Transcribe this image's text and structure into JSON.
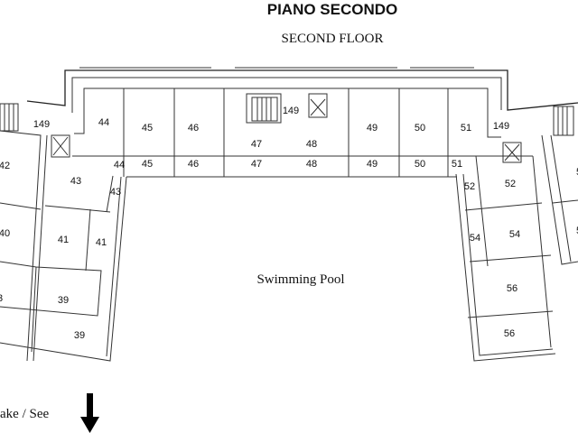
{
  "title": "PIANO SECONDO",
  "subtitle": "SECOND FLOOR",
  "pool_label": "Swimming Pool",
  "direction_label": "ake / See",
  "rooms": [
    "149",
    "44",
    "45",
    "46",
    "149",
    "47",
    "48",
    "49",
    "50",
    "51",
    "149",
    "44",
    "45",
    "46",
    "47",
    "48",
    "49",
    "50",
    "51",
    "43",
    "43",
    "41",
    "41",
    "42",
    "40",
    "39",
    "39",
    "3",
    "52",
    "52",
    "54",
    "54",
    "56",
    "56",
    "5",
    "5"
  ]
}
